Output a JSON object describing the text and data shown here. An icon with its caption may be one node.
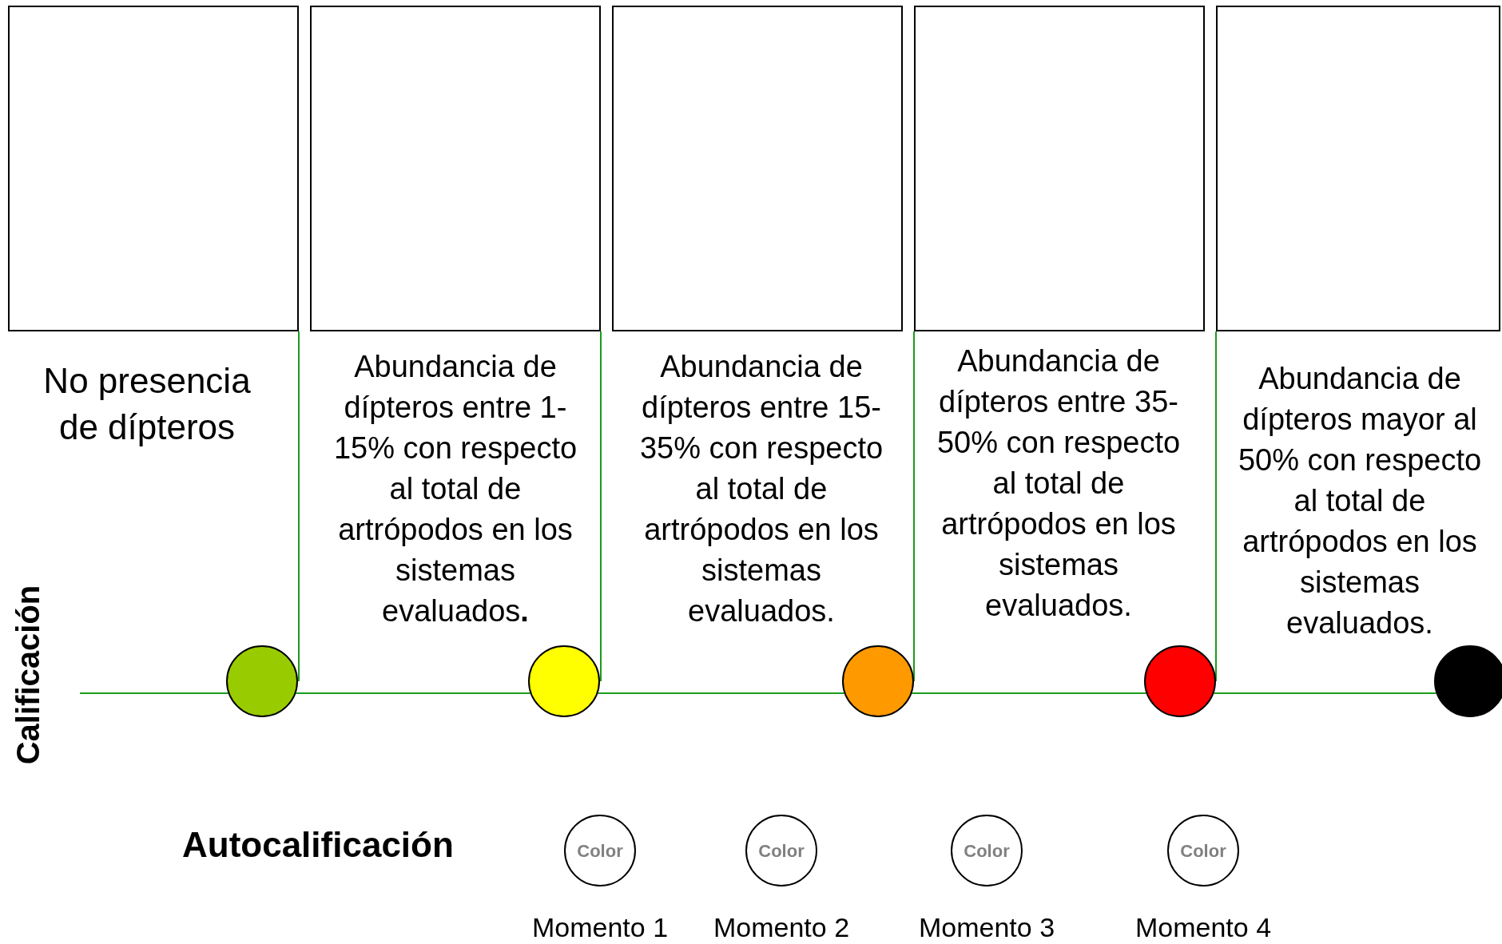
{
  "diagram": {
    "nodes": [
      {
        "text": [],
        "shape": "box"
      },
      {
        "text": [],
        "shape": "box"
      },
      {
        "text": [],
        "shape": "box"
      },
      {
        "text": [],
        "shape": "box"
      },
      {
        "text": [],
        "shape": "box"
      },
      {
        "text": [
          "No presencia de dípteros"
        ]
      },
      {
        "text": [
          "Abundancia de dípteros entre 1-15% con respecto al total de artrópodos en los sistemas evaluados**.**"
        ]
      },
      {
        "text": [
          "Abundancia de dípteros entre 15-35% con respecto al total de artrópodos en los sistemas evaluados."
        ]
      },
      {
        "text": [
          "Abundancia de dípteros entre 35- 50% con respecto al total de artrópodos en los sistemas evaluados."
        ]
      },
      {
        "text": [
          "Abundancia de dípteros mayor al 50% con respecto al total de artrópodos en los sistemas evaluados."
        ]
      },
      {
        "text": [],
        "shape": "circle"
      },
      {
        "text": [],
        "shape": "circle"
      },
      {
        "text": [],
        "shape": "circle"
      },
      {
        "text": [],
        "shape": "circle"
      },
      {
        "text": [],
        "shape": "circle"
      },
      {
        "text": [
          "Color"
        ],
        "beside": [
          "Momento 1"
        ]
      },
      {
        "text": [
          "Color"
        ],
        "beside": [
          "Momento 2"
        ]
      },
      {
        "text": [
          "Color"
        ],
        "beside": [
          "Momento 3"
        ]
      },
      {
        "text": [
          "Color"
        ],
        "beside": [
          "Momento 4"
        ]
      }
    ],
    "edges": [
      {
        "from": null,
        "to": 10,
        "arrow": "none"
      },
      {
        "from": 10,
        "to": 11,
        "arrow": "none"
      },
      {
        "from": 11,
        "to": 12,
        "arrow": "none"
      },
      {
        "from": 12,
        "to": 13,
        "arrow": "none"
      },
      {
        "from": 13,
        "to": 14,
        "arrow": "none"
      },
      {
        "from": 0,
        "to": 10,
        "arrow": "none"
      },
      {
        "from": 1,
        "to": 11,
        "arrow": "none"
      },
      {
        "from": 3,
        "to": 12,
        "arrow": "none"
      },
      {
        "from": 4,
        "to": 13,
        "arrow": "none"
      }
    ],
    "labels": [
      "Calificación",
      "Autocalificación"
    ]
  }
}
